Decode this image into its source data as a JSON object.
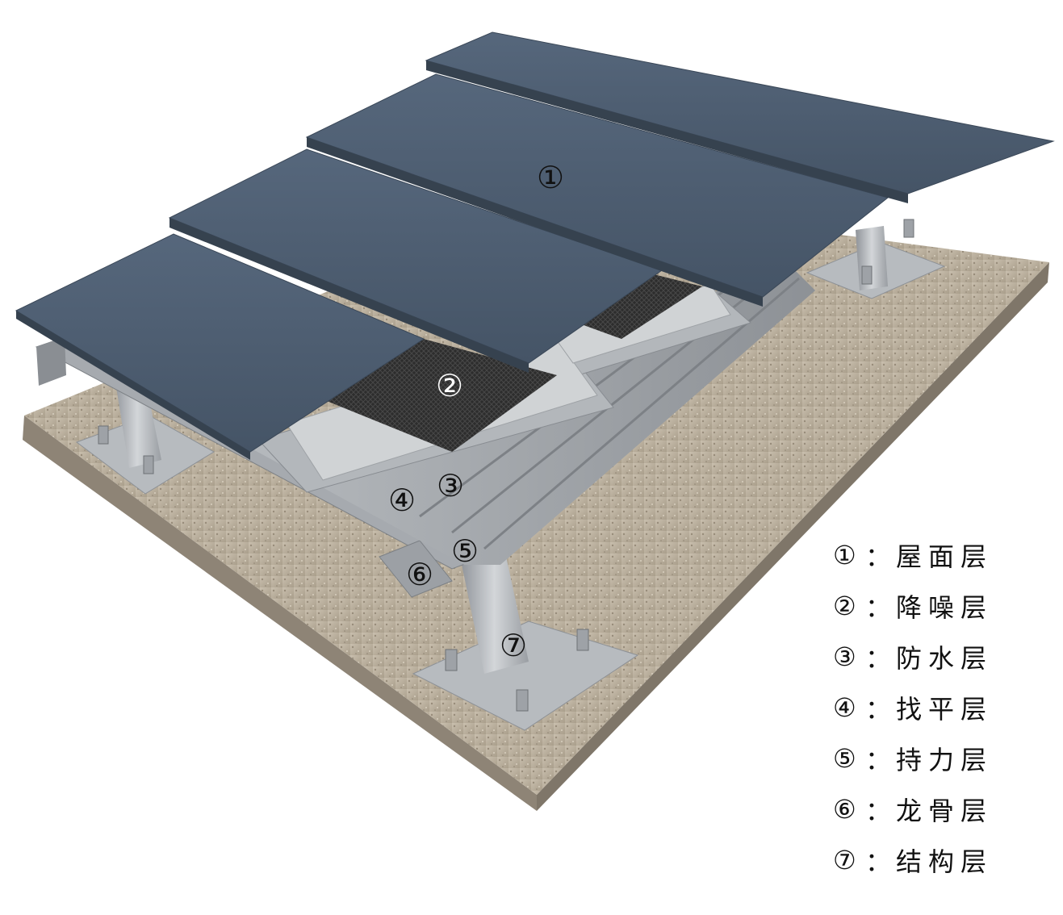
{
  "callouts": {
    "c1": "①",
    "c2": "②",
    "c3": "③",
    "c4": "④",
    "c5": "⑤",
    "c6": "⑥",
    "c7": "⑦"
  },
  "legend": [
    {
      "num": "①",
      "sep": "：",
      "label": "屋面层"
    },
    {
      "num": "②",
      "sep": "：",
      "label": "降噪层"
    },
    {
      "num": "③",
      "sep": "：",
      "label": "防水层"
    },
    {
      "num": "④",
      "sep": "：",
      "label": "找平层"
    },
    {
      "num": "⑤",
      "sep": "：",
      "label": "持力层"
    },
    {
      "num": "⑥",
      "sep": "：",
      "label": "龙骨层"
    },
    {
      "num": "⑦",
      "sep": "：",
      "label": "结构层"
    }
  ],
  "colors": {
    "roof_panel": "#4a5a6e",
    "roof_panel_edge": "#3a4757",
    "noise_layer": "#2b2b2b",
    "waterproof_layer": "#c9ccce",
    "deck": "#a9adb1",
    "concrete": "#b8ad9c",
    "concrete_side": "#8e8476",
    "steel": "#b9bcc0"
  }
}
